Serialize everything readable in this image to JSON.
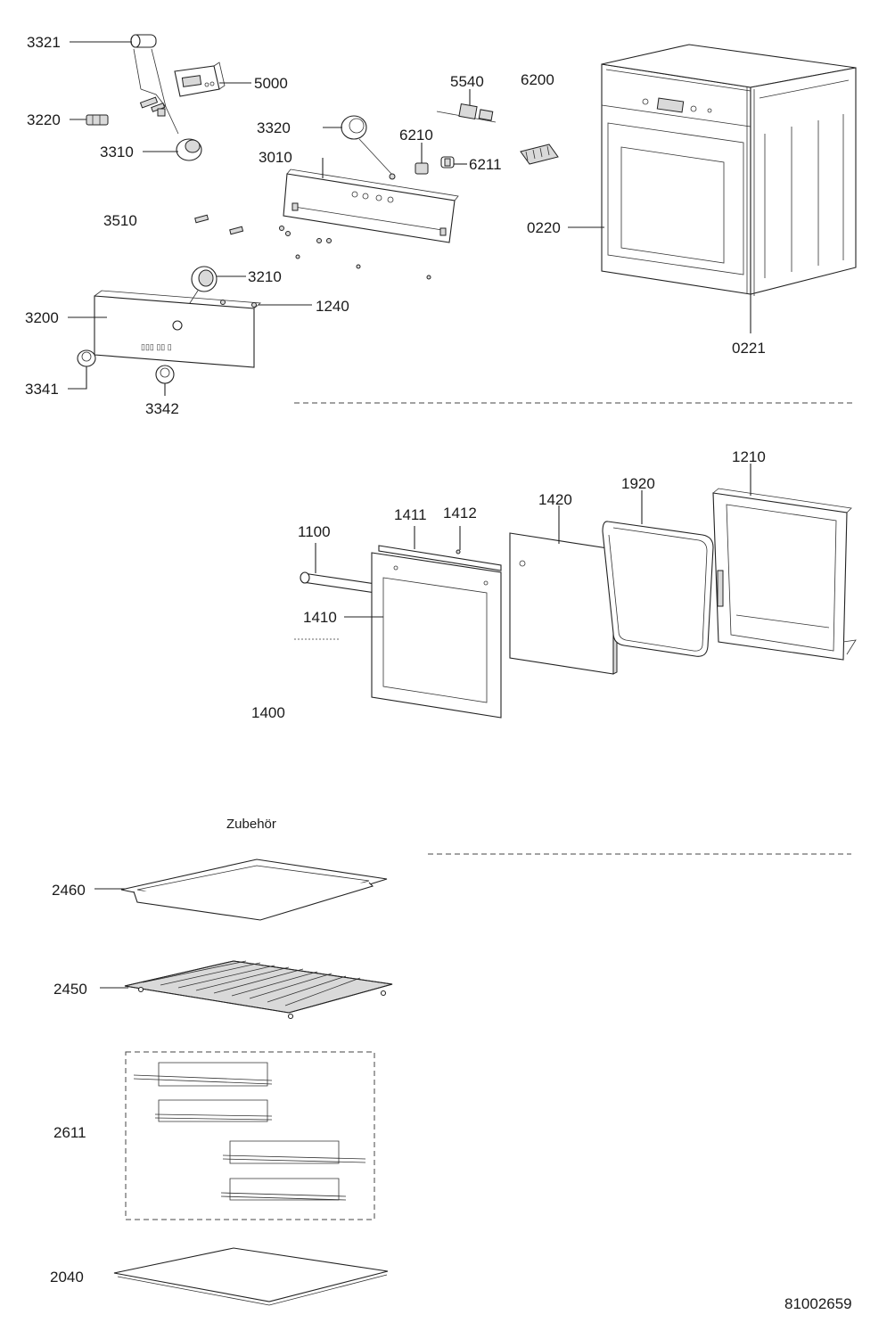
{
  "labels": {
    "p3321": "3321",
    "p5000": "5000",
    "p3220": "3220",
    "p3310": "3310",
    "p3320": "3320",
    "p3010": "3010",
    "p3510": "3510",
    "p3210": "3210",
    "p1240": "1240",
    "p3200": "3200",
    "p3341": "3341",
    "p3342": "3342",
    "p5540": "5540",
    "p6200": "6200",
    "p6210": "6210",
    "p6211": "6211",
    "p0220": "0220",
    "p0221": "0221",
    "p1210": "1210",
    "p1920": "1920",
    "p1420": "1420",
    "p1411": "1411",
    "p1412": "1412",
    "p1100": "1100",
    "p1410": "1410",
    "p1400": "1400",
    "p2460": "2460",
    "p2450": "2450",
    "p2611": "2611",
    "p2040": "2040"
  },
  "section_accessories": "Zubehör",
  "document_number": "81002659"
}
